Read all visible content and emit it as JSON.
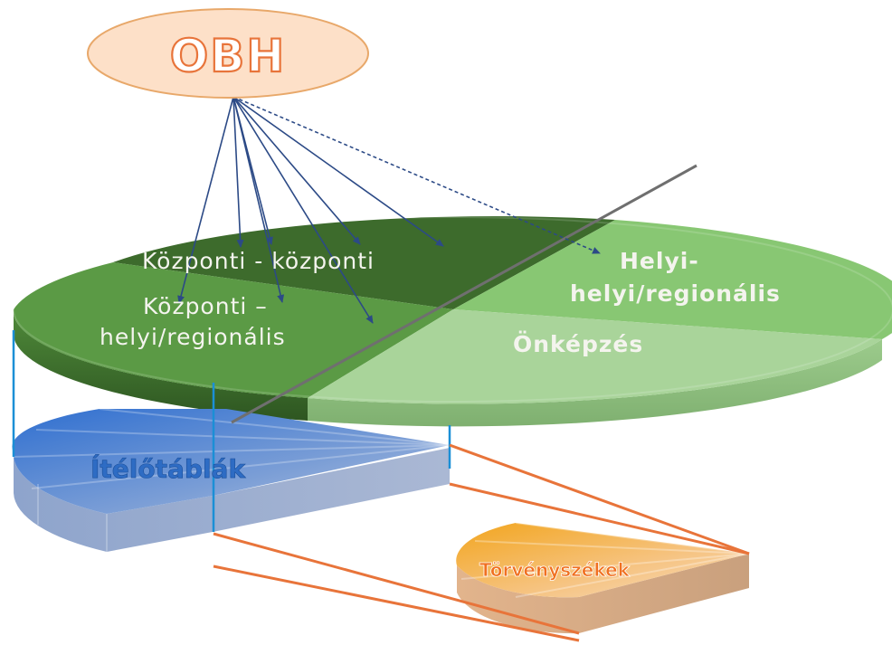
{
  "root": {
    "label": "OBH"
  },
  "main_segments": {
    "kozponti_kozponti": "Központi - központi",
    "kozponti_helyi_line1": "Központi –",
    "kozponti_helyi_line2": "helyi/regionális",
    "helyi_line1": "Helyi-",
    "helyi_line2": "helyi/regionális",
    "onkepzes": "Önképzés"
  },
  "sub_pies": {
    "itelotablak": "Ítélőtáblák",
    "torvenyszekek": "Törvényszékek"
  },
  "colors": {
    "pie_dark": "#3d6b2c",
    "pie_mid": "#5b9a45",
    "pie_light": "#88c773",
    "pie_pale": "#a9d49a",
    "arrow": "#2c4a86",
    "divider": "#6f6f6f",
    "connector_blue": "#1b8fd6",
    "connector_orange": "#e8743a",
    "oval_fill": "#fde0c8",
    "oval_stroke": "#e8a86a"
  }
}
